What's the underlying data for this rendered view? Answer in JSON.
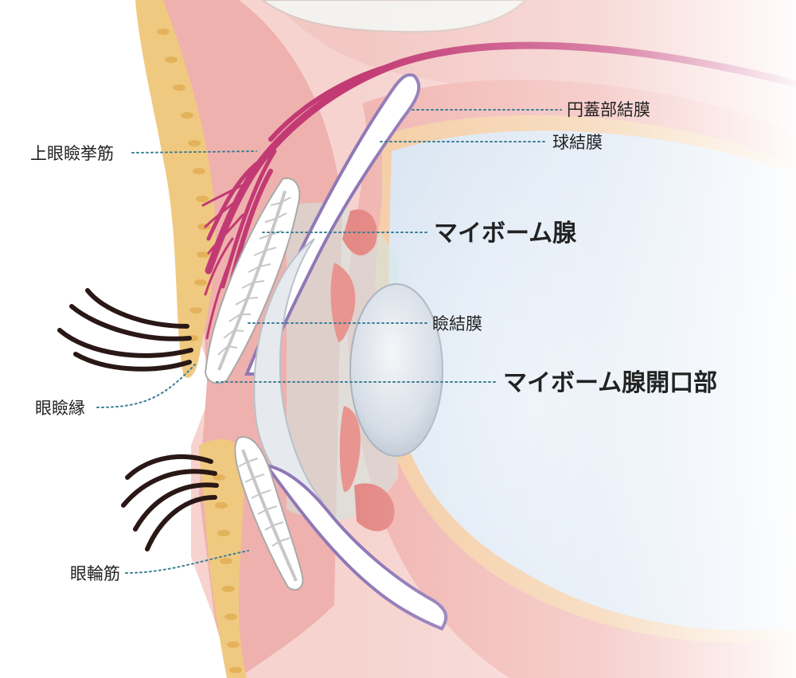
{
  "labels": {
    "fornix_conjunctiva": "円蓋部結膜",
    "bulbar_conjunctiva": "球結膜",
    "levator_muscle": "上眼瞼挙筋",
    "meibomian_gland": "マイボーム腺",
    "palpebral_conjunctiva": "瞼結膜",
    "eyelid_margin": "眼瞼縁",
    "meibomian_orifice": "マイボーム腺開口部",
    "orbicularis_muscle": "眼輪筋"
  },
  "colors": {
    "skin": "#f0c980",
    "tissue": "#f1b6b2",
    "muscle": "#c23a74",
    "eyeball": "#dde8f4",
    "conjunctiva": "#8f78b6",
    "leader": "#3d7f95"
  }
}
